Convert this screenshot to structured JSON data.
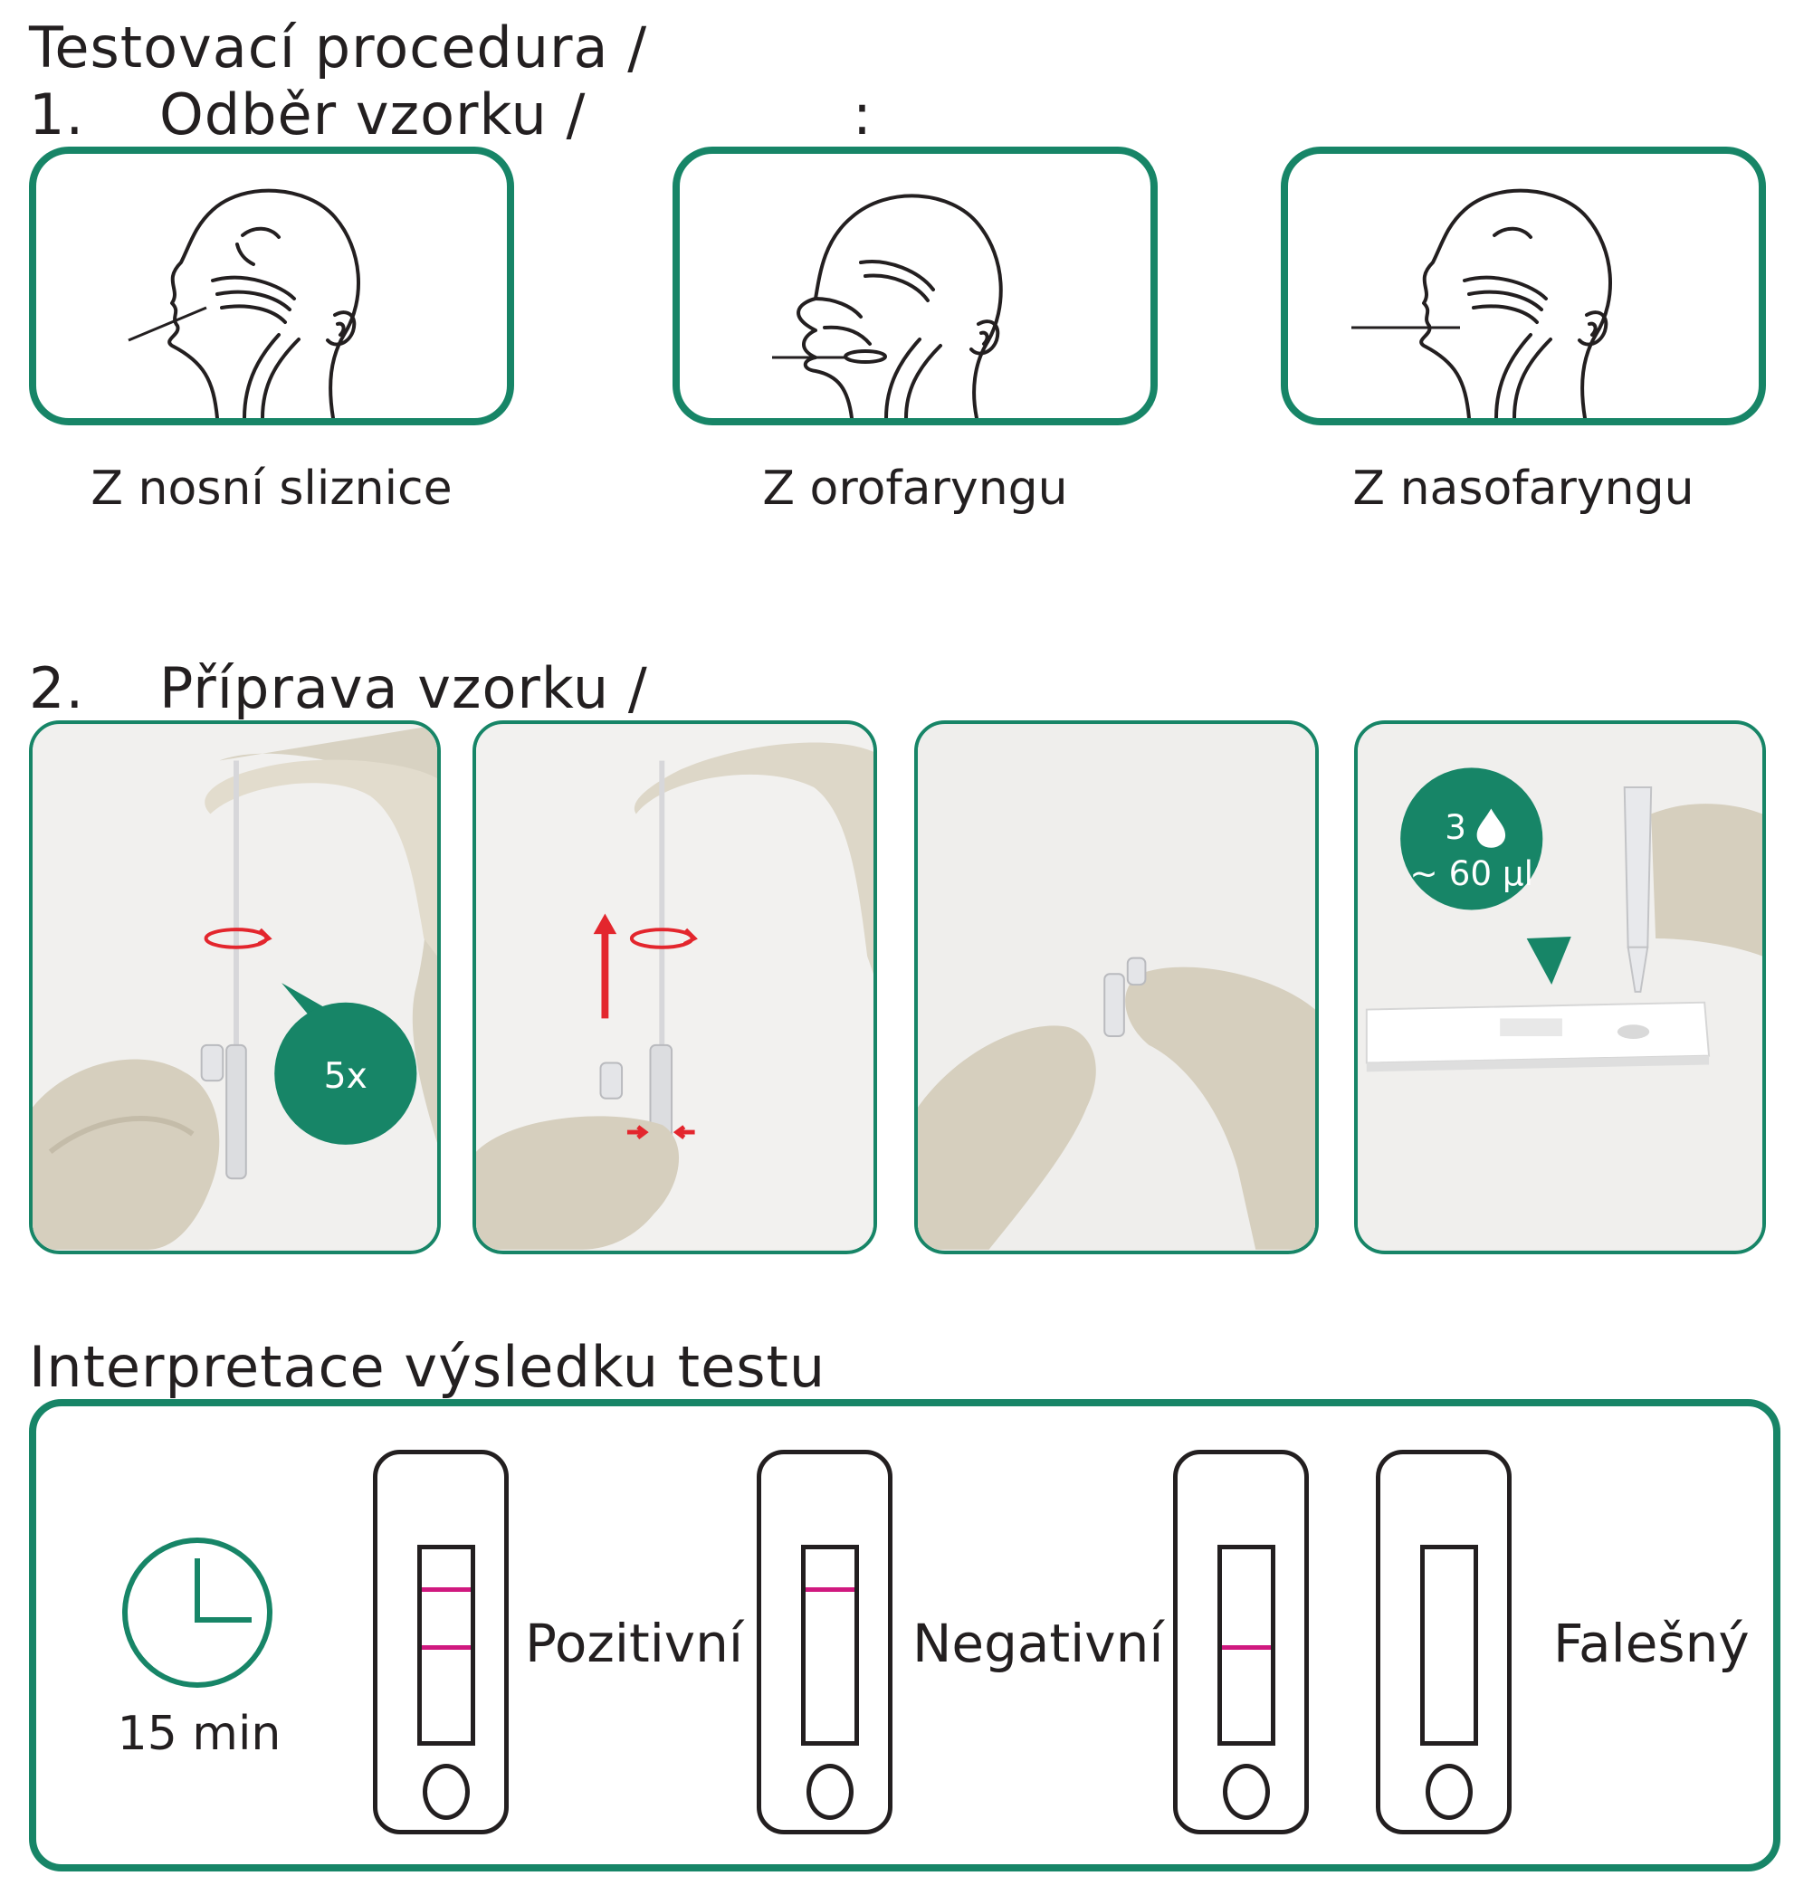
{
  "title": "Testovací procedura /",
  "section1": {
    "number": "1.",
    "title": "Odběr vzorku /",
    "colon": ":",
    "items": [
      {
        "caption": "Z nosní sliznice",
        "icon": "nasal-swab-head-icon"
      },
      {
        "caption": "Z orofaryngu",
        "icon": "oropharyngeal-swab-head-icon"
      },
      {
        "caption": "Z nasofaryngu",
        "icon": "nasopharyngeal-swab-head-icon"
      }
    ]
  },
  "section2": {
    "number": "2.",
    "title": "Příprava vzorku /",
    "steps": [
      {
        "badge": "5x"
      },
      {
        "badge": ""
      },
      {
        "badge": ""
      },
      {
        "badge_count": "3",
        "badge_volume": "~ 60 µl"
      }
    ]
  },
  "section3": {
    "title": "Interpretace výsledku testu",
    "timer": "15 min",
    "results": [
      {
        "label": "Pozitivní",
        "lines": [
          "C",
          "T"
        ]
      },
      {
        "label": "Negativní",
        "lines": [
          "C"
        ]
      },
      {
        "label": "Falešný",
        "lines": [
          "T"
        ],
        "second_lines": []
      }
    ]
  },
  "colors": {
    "green": "#178567",
    "text": "#231f20",
    "line": "#d0197f",
    "arrow": "#e3262d"
  }
}
